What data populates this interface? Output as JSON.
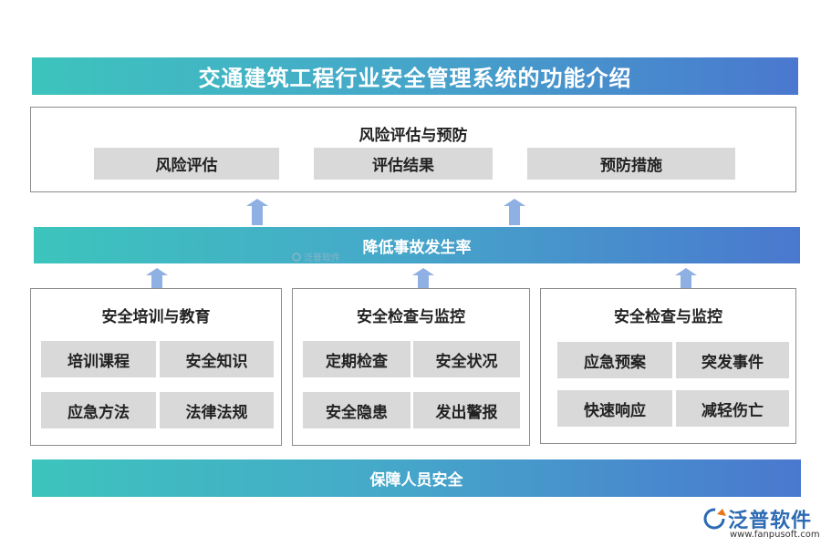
{
  "title": "交通建筑工程行业安全管理系统的功能介绍",
  "top_panel": {
    "title": "风险评估与预防",
    "items": [
      "风险评估",
      "评估结果",
      "预防措施"
    ]
  },
  "middle_band": "降低事故发生率",
  "bottom_band": "保障人员安全",
  "columns": [
    {
      "title": "安全培训与教育",
      "items": [
        "培训课程",
        "安全知识",
        "应急方法",
        "法律法规"
      ]
    },
    {
      "title": "安全检查与监控",
      "items": [
        "定期检查",
        "安全状况",
        "安全隐患",
        "发出警报"
      ]
    },
    {
      "title": "安全检查与监控",
      "items": [
        "应急预案",
        "突发事件",
        "快速响应",
        "减轻伤亡"
      ]
    }
  ],
  "watermark": "泛普软件",
  "logo": {
    "name": "泛普软件",
    "url": "www.fanpusoft.com"
  },
  "colors": {
    "gradient_start": "#3dc4bd",
    "gradient_end": "#4a78cf",
    "arrow": "#8fb0e2",
    "tag_bg": "#d9d9d9"
  }
}
